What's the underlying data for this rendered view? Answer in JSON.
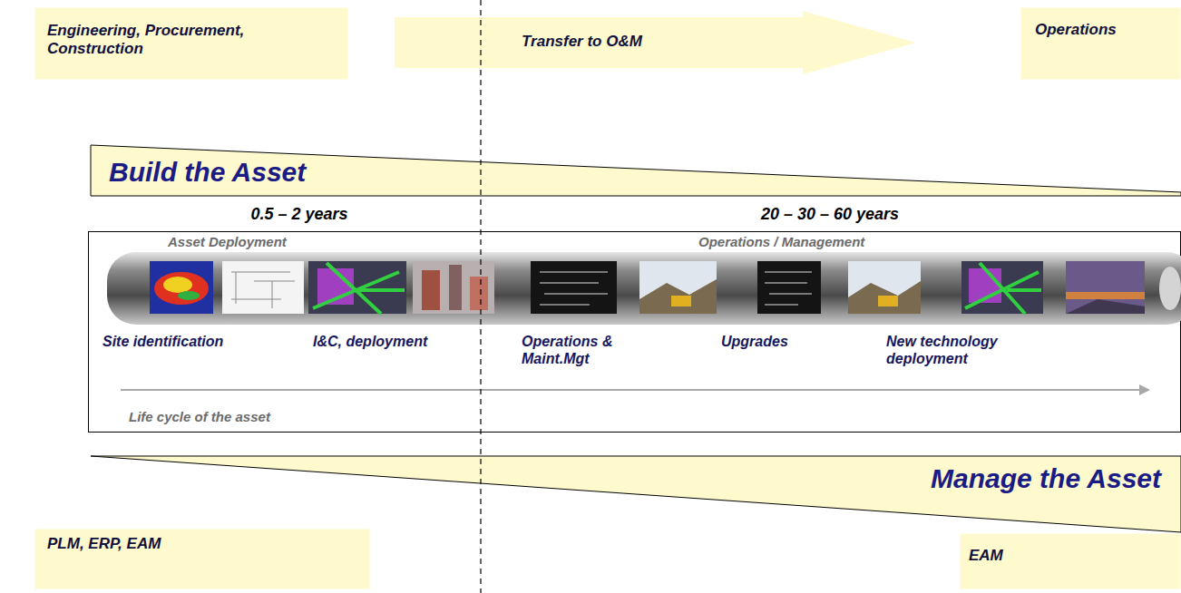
{
  "diagram": {
    "nodes": [
      {
        "text": [
          "Engineering, Procurement, Construction"
        ]
      },
      {
        "text": [
          "Transfer to O&M"
        ]
      },
      {
        "text": [
          "Operations"
        ]
      },
      {
        "text": [
          "Build the Asset"
        ]
      },
      {
        "text": [
          "Asset Deployment",
          "Operations / Management",
          "Site identification",
          "I&C, deployment",
          "Operations & Maint.Mgt",
          "Upgrades",
          "New technology deployment",
          "Life cycle of the asset"
        ]
      },
      {
        "text": [
          "Manage the Asset"
        ]
      },
      {
        "text": [
          "PLM, ERP, EAM"
        ]
      },
      {
        "text": [
          "EAM"
        ]
      }
    ],
    "labels": [
      "0.5 – 2 years",
      "20 – 30 – 60 years"
    ]
  }
}
